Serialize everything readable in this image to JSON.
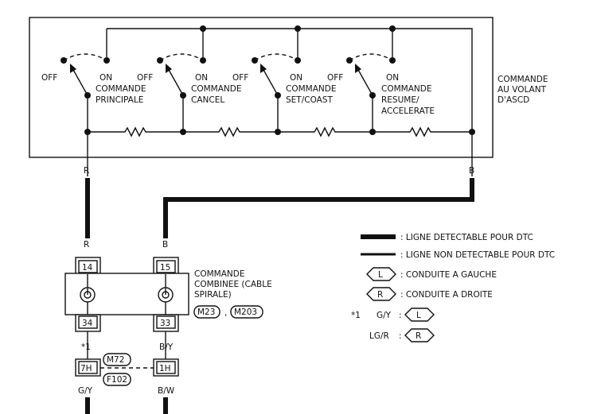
{
  "module": {
    "title_line1": "COMMANDE",
    "title_line2": "AU VOLANT",
    "title_line3": "D'ASCD"
  },
  "switches": [
    {
      "off": "OFF",
      "on": "ON",
      "name_line1": "COMMANDE",
      "name_line2": "PRINCIPALE",
      "name_line3": ""
    },
    {
      "off": "OFF",
      "on": "ON",
      "name_line1": "COMMANDE",
      "name_line2": "CANCEL",
      "name_line3": ""
    },
    {
      "off": "OFF",
      "on": "ON",
      "name_line1": "COMMANDE",
      "name_line2": "SET/COAST",
      "name_line3": ""
    },
    {
      "off": "OFF",
      "on": "ON",
      "name_line1": "COMMANDE",
      "name_line2": "RESUME/",
      "name_line3": "ACCELERATE"
    }
  ],
  "wires": {
    "r_top": "R",
    "b_top": "B",
    "r_mid": "R",
    "b_mid": "B",
    "by": "B/Y",
    "gy": "G/Y",
    "bw": "B/W"
  },
  "spiral": {
    "name_line1": "COMMANDE",
    "name_line2": "COMBINEE (CABLE",
    "name_line3": "SPIRALE)",
    "pin_a_top": "14",
    "pin_b_top": "15",
    "pin_a_bottom": "34",
    "pin_b_bottom": "33",
    "connector_1": "M23",
    "separator": ",",
    "connector_2": "M203"
  },
  "junction": {
    "pin_left": "7H",
    "pin_right": "1H",
    "connector_1": "M72",
    "connector_2": "F102",
    "note": "*1"
  },
  "legend": {
    "thick_text": ": LIGNE DETECTABLE POUR DTC",
    "thin_text": ": LIGNE NON DETECTABLE POUR DTC",
    "left_symbol": "L",
    "left_text": ": CONDUITE A GAUCHE",
    "right_symbol": "R",
    "right_text": ": CONDUITE A DROITE",
    "note_star": "*1",
    "gy_label": "G/Y",
    "colon": ":",
    "note_left": "L",
    "lgr_label": "LG/R",
    "note_right": "R"
  }
}
